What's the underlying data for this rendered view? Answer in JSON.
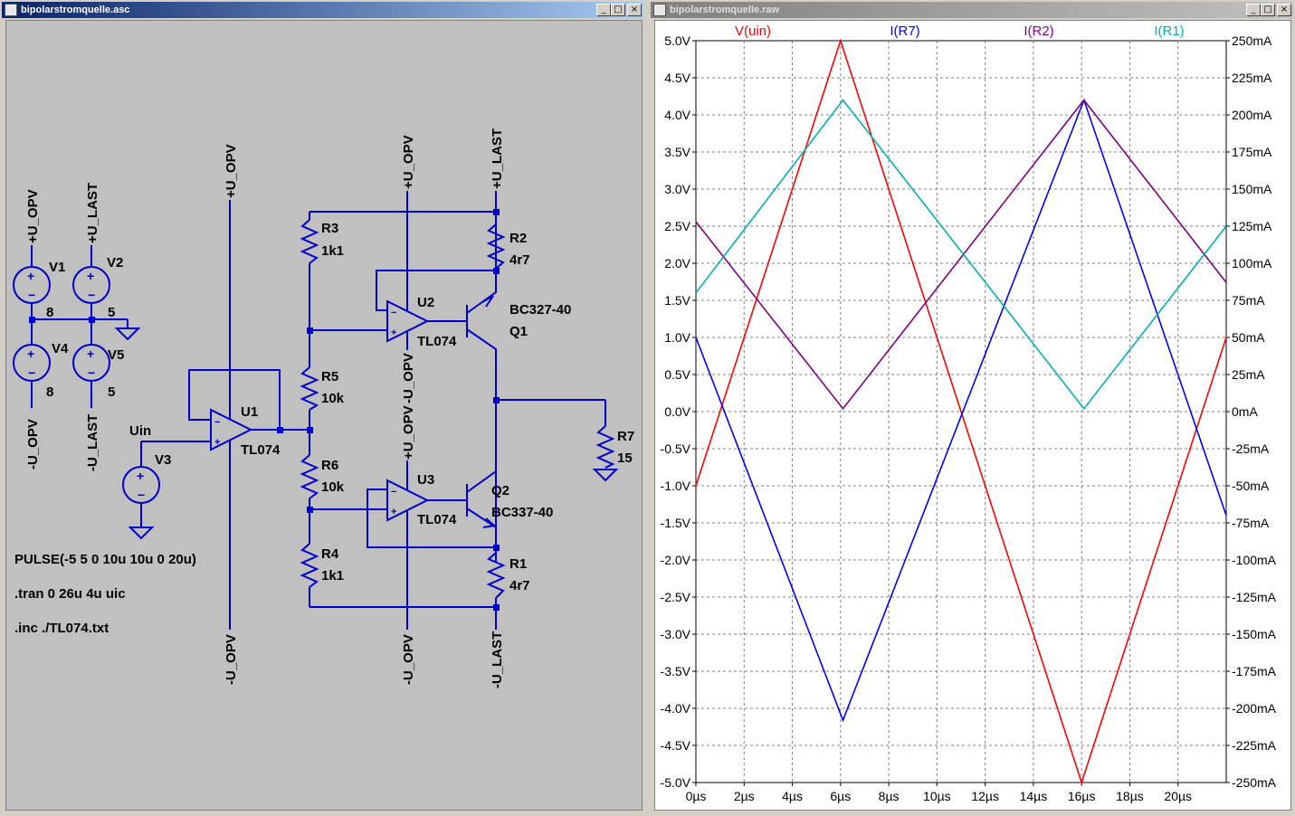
{
  "schematic_window": {
    "title": "bipolarstromquelle.asc",
    "buttons": {
      "minimize": "_",
      "restore": "□",
      "close": "×"
    },
    "labels": {
      "v1": "V1",
      "v2": "V2",
      "v4": "V4",
      "v5": "V5",
      "v3": "V3",
      "v1_val": "8",
      "v2_val": "5",
      "v4_val": "8",
      "v5_val": "5",
      "uopv_v1": "+U_OPV",
      "ulast_v2": "+U_LAST",
      "neg_uopv_left": "-U_OPV",
      "neg_ulast_left": "-U_LAST",
      "uin": "Uin",
      "u1": "U1",
      "u1_model": "TL074",
      "u2": "U2",
      "u2_model": "TL074",
      "u3": "U3",
      "u3_model": "TL074",
      "uopv_u1_top": "+U_OPV",
      "uopv_u1_bottom": "-U_OPV",
      "uopv_u2_top": "+U_OPV",
      "ulast_top": "+U_LAST",
      "uopv_u2_bottom": "-U_OPV",
      "uopv_u3_top": "+U_OPV",
      "uopv_u3_bottom": "-U_OPV",
      "ulast_bottom": "-U_LAST",
      "r3": "R3",
      "r3_val": "1k1",
      "r5": "R5",
      "r5_val": "10k",
      "r6": "R6",
      "r6_val": "10k",
      "r4": "R4",
      "r4_val": "1k1",
      "r2": "R2",
      "r2_val": "4r7",
      "r1": "R1",
      "r1_val": "4r7",
      "r7": "R7",
      "r7_val": "15",
      "q1": "Q1",
      "q1_model": "BC327-40",
      "q2": "Q2",
      "q2_model": "BC337-40"
    },
    "directives": {
      "pulse": "PULSE(-5 5 0 10u 10u 0 20u)",
      "tran": ".tran 0 26u 4u uic",
      "inc": ".inc ./TL074.txt"
    }
  },
  "waveform_window": {
    "title": "bipolarstromquelle.raw",
    "buttons": {
      "minimize": "_",
      "restore": "□",
      "close": "×"
    }
  },
  "chart_data": {
    "type": "line",
    "x_unit": "µs",
    "xlim": [
      0,
      22
    ],
    "x_ticks": [
      "0µs",
      "2µs",
      "4µs",
      "6µs",
      "8µs",
      "10µs",
      "12µs",
      "14µs",
      "16µs",
      "18µs",
      "20µs"
    ],
    "left_axis": {
      "unit": "V",
      "ylim": [
        -5,
        5
      ],
      "ticks": [
        "5.0V",
        "4.5V",
        "4.0V",
        "3.5V",
        "3.0V",
        "2.5V",
        "2.0V",
        "1.5V",
        "1.0V",
        "0.5V",
        "0.0V",
        "-0.5V",
        "-1.0V",
        "-1.5V",
        "-2.0V",
        "-2.5V",
        "-3.0V",
        "-3.5V",
        "-4.0V",
        "-4.5V",
        "-5.0V"
      ]
    },
    "right_axis": {
      "unit": "mA",
      "ylim": [
        -250,
        250
      ],
      "ticks": [
        "250mA",
        "225mA",
        "200mA",
        "175mA",
        "150mA",
        "125mA",
        "100mA",
        "75mA",
        "50mA",
        "25mA",
        "0mA",
        "-25mA",
        "-50mA",
        "-75mA",
        "-100mA",
        "-125mA",
        "-150mA",
        "-175mA",
        "-200mA",
        "-225mA",
        "-250mA"
      ]
    },
    "grid": true,
    "series": [
      {
        "name": "V(uin)",
        "axis": "left",
        "color": "#ff0000",
        "points": [
          [
            0,
            -1.0
          ],
          [
            6,
            5.0
          ],
          [
            16,
            -5.0
          ],
          [
            22,
            1.0
          ]
        ]
      },
      {
        "name": "I(R7)",
        "axis": "right",
        "color": "#0000ff",
        "points": [
          [
            0,
            50
          ],
          [
            6.1,
            -208
          ],
          [
            16.1,
            210
          ],
          [
            22,
            -70
          ]
        ]
      },
      {
        "name": "I(R2)",
        "axis": "right",
        "color": "#800080",
        "points": [
          [
            0,
            128
          ],
          [
            6.1,
            2
          ],
          [
            16.1,
            210
          ],
          [
            22,
            87
          ]
        ]
      },
      {
        "name": "I(R1)",
        "axis": "right",
        "color": "#00b0b0",
        "points": [
          [
            0,
            80
          ],
          [
            6.1,
            210
          ],
          [
            16.1,
            2
          ],
          [
            22,
            125
          ]
        ]
      }
    ]
  }
}
